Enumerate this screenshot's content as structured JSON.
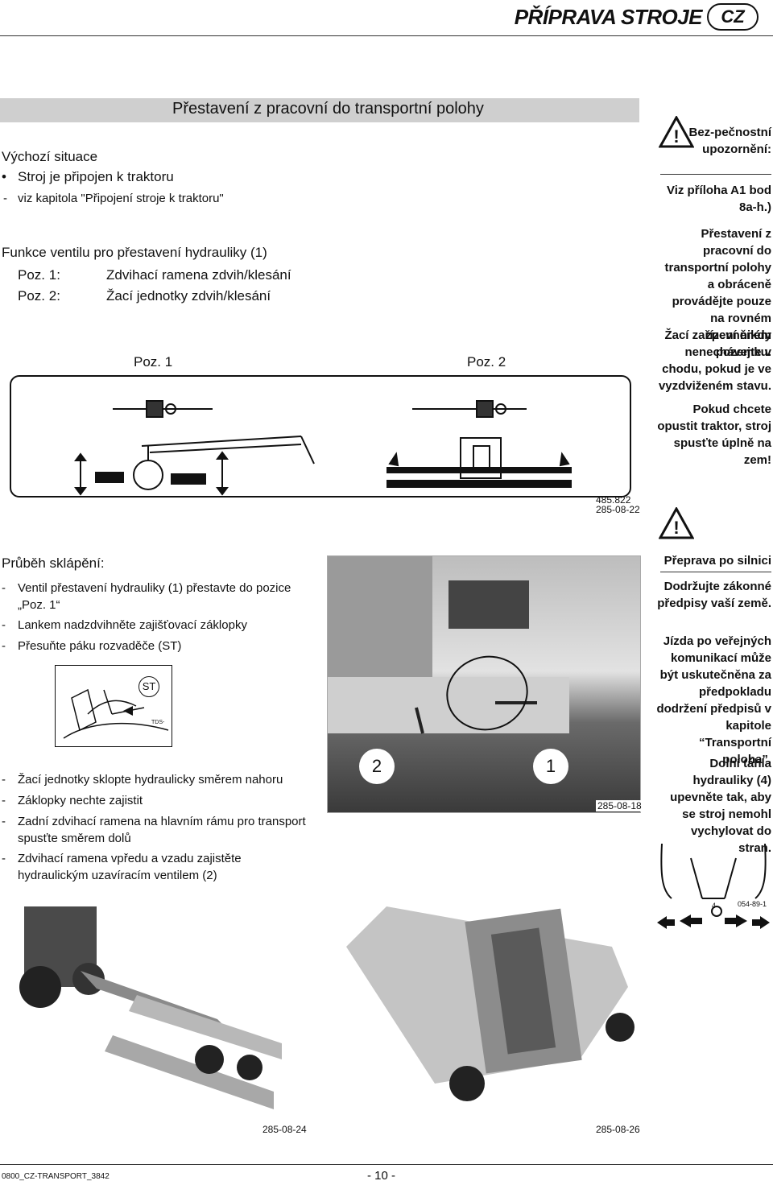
{
  "header": {
    "title": "PŘÍPRAVA STROJE",
    "badge": "CZ"
  },
  "banner": "Přestavení z pracovní do transportní polohy",
  "initial": {
    "heading": "Výchozí situace",
    "bullet": "Stroj je připojen k traktoru",
    "sub": "viz kapitola \"Připojení stroje k traktoru\""
  },
  "valve": {
    "heading": "Funkce ventilu pro přestavení hydrauliky (1)",
    "rows": [
      {
        "pos": "Poz. 1:",
        "desc": "Zdvihací ramena zdvih/klesání"
      },
      {
        "pos": "Poz. 2:",
        "desc": "Žací jednotky zdvih/klesání"
      }
    ]
  },
  "diagram": {
    "label1": "Poz. 1",
    "label2": "Poz. 2",
    "code1": "485.822",
    "code2": "285-08-22"
  },
  "safety": {
    "heading": "Bez-pečnostní upozornění:",
    "ref": "Viz příloha A1 bod 8a-h.)",
    "p1": "Přestavení z pracovní do transportní polohy a obráceně provádějte pouze na rovném zpevněném pozemku.",
    "p2": "Žací zařízení nikdy nenechávejte v chodu, pokud je ve vyzdviženém stavu.",
    "p3": "Pokud chcete opustit traktor, stroj spusťte úplně na zem!"
  },
  "road": {
    "heading": "Přeprava po silnici",
    "p1": "Dodržujte zákonné předpisy vaší země.",
    "p2": "Jízda po veřejných komunikací může být uskutečněna za předpokladu dodržení předpisů v kapitole “Transportní poloha”.",
    "p3": "Dolní táhla hydrauliky (4) upevněte tak, aby se stroj nemohl vychylovat do stran.",
    "fig_code": "054-89-1",
    "fig_num": "4"
  },
  "folding": {
    "heading": "Průběh sklápění:",
    "steps1": [
      "Ventil přestavení hydrauliky (1) přestavte do pozice „Poz. 1“",
      "Lankem nadzdvihněte zajišťovací záklopky",
      "Přesuňte páku rozvaděče (ST)"
    ],
    "st_label": "ST",
    "st_code": "TDS-",
    "steps2": [
      "Žací jednotky sklopte hydraulicky směrem nahoru",
      "Záklopky nechte zajistit",
      "Zadní zdvihací ramena na hlavním rámu pro transport spusťte směrem dolů",
      "Zdvihací ramena vpředu a vzadu zajistěte hydraulickým uzavíracím ventilem (2)"
    ]
  },
  "photo_valve": {
    "n2": "2",
    "n1": "1",
    "code": "285-08-18"
  },
  "photos_bottom": {
    "code_left": "285-08-24",
    "code_right": "285-08-26"
  },
  "footer": {
    "doc": "0800_CZ-TRANSPORT_3842",
    "page": "- 10 -"
  }
}
